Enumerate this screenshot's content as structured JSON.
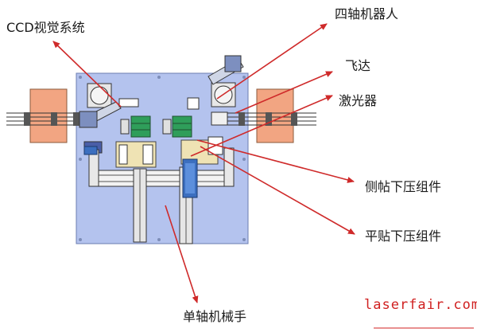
{
  "labels": {
    "ccd": "CCD视觉系统",
    "robot": "四轴机器人",
    "feida": "飞达",
    "laser": "激光器",
    "side_press": "侧帖下压组件",
    "flat_press": "平贴下压组件",
    "single_axis": "单轴机械手"
  },
  "watermark": "laserfair.com",
  "colors": {
    "plate": "#b4c3ee",
    "plate_edge": "#6b7cb0",
    "feeder": "#f2a582",
    "arrow": "#cf2a2a",
    "module_green": "#2f9e5a",
    "module_blue": "#3c6fbf",
    "cream": "#efe3b4"
  }
}
